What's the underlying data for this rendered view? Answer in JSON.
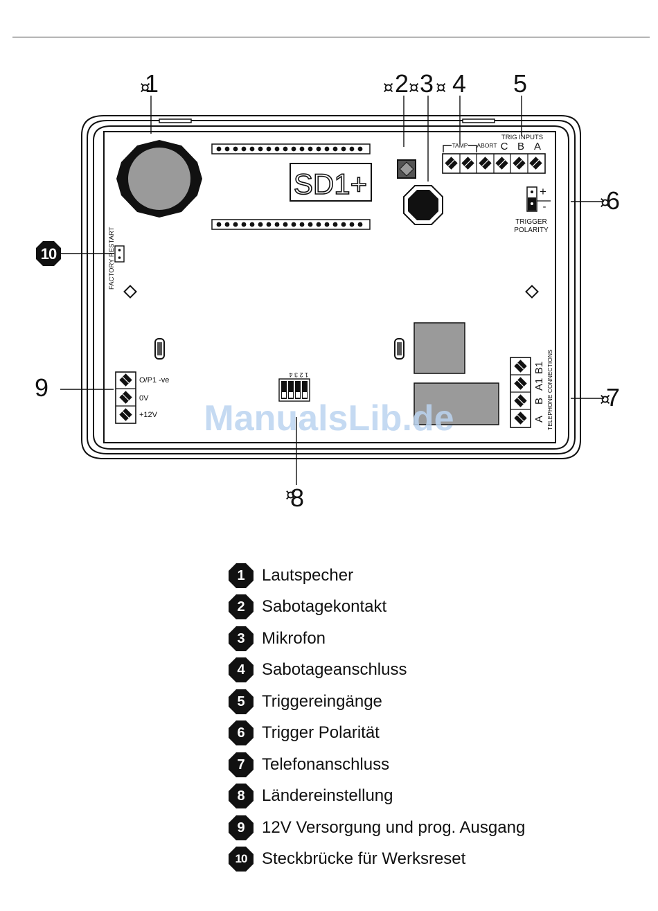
{
  "diagram": {
    "logo": "SD1+",
    "callouts": {
      "c1": "1",
      "c2": "2",
      "c3": "3",
      "c4": "4",
      "c5": "5",
      "c6": "6",
      "c7": "7",
      "c8": "8",
      "c9": "9",
      "c10": "10",
      "marker": "¤"
    },
    "labels": {
      "factory_restart": "FACTORY RESTART",
      "tamp": "TAMP",
      "abort": "ABORT",
      "trig_inputs": "TRIG INPUTS",
      "trig_c": "C",
      "trig_b": "B",
      "trig_a": "A",
      "polarity_plus": "+",
      "polarity_minus": "-",
      "trigger_polarity_line1": "TRIGGER",
      "trigger_polarity_line2": "POLARITY",
      "op1": "O/P1 -ve",
      "zero_v": "0V",
      "plus12v": "+12V",
      "dip_numbers": "1 2 3 4",
      "telephone_connections": "TELEPHONE CONNECTIONS",
      "tel_b1": "B1",
      "tel_a1": "A1",
      "tel_b": "B",
      "tel_a": "A"
    }
  },
  "legend": [
    {
      "number": "1",
      "text": "Lautspecher"
    },
    {
      "number": "2",
      "text": "Sabotagekontakt"
    },
    {
      "number": "3",
      "text": "Mikrofon"
    },
    {
      "number": "4",
      "text": "Sabotageanschluss"
    },
    {
      "number": "5",
      "text": "Triggereingänge"
    },
    {
      "number": "6",
      "text": "Trigger Polarität"
    },
    {
      "number": "7",
      "text": "Telefonanschluss"
    },
    {
      "number": "8",
      "text": "Ländereinstellung"
    },
    {
      "number": "9",
      "text": "12V Versorgung und prog. Ausgang"
    },
    {
      "number": "10",
      "text": "Steckbrücke für Werksreset"
    }
  ],
  "watermark": "ManualsLib.de",
  "colors": {
    "ink": "#111111",
    "gray_fill": "#9a9a9a",
    "watermark": "#bcd4f0"
  }
}
